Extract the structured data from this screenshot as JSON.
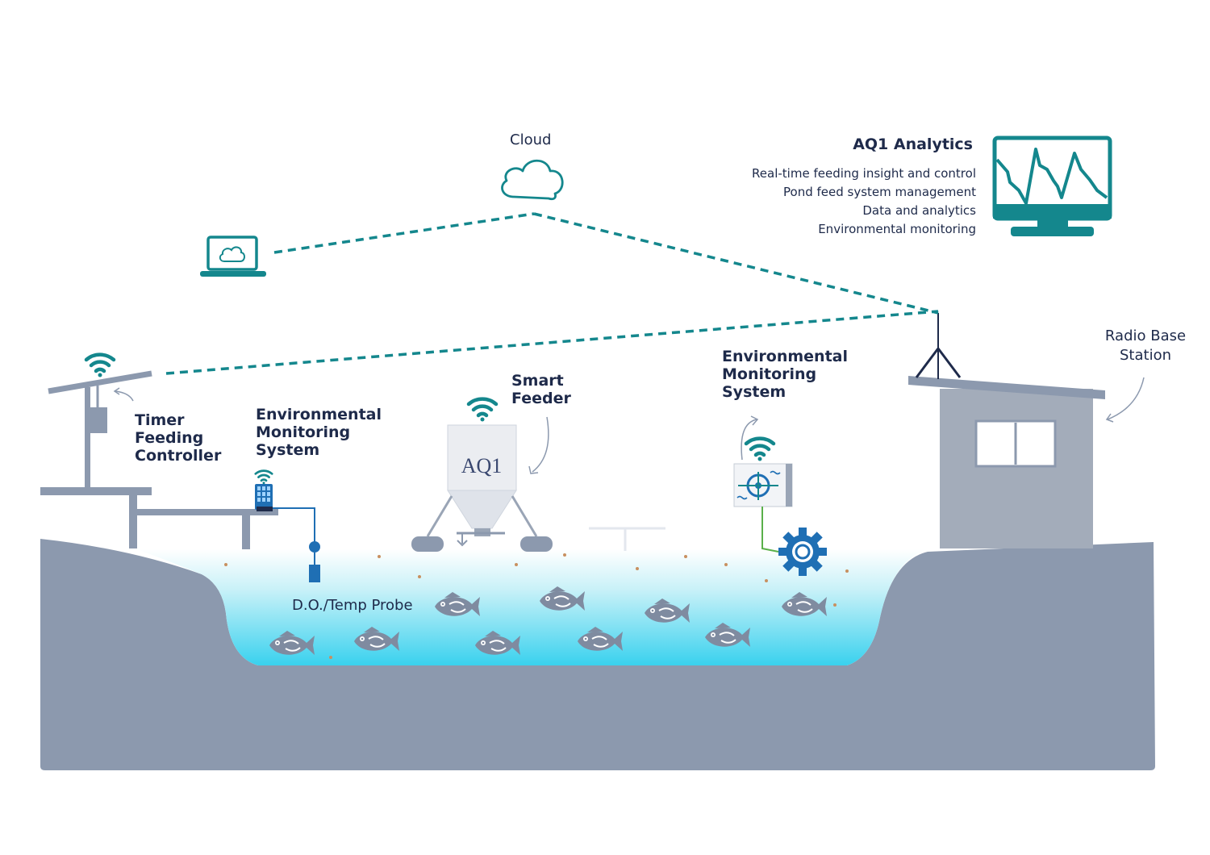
{
  "labels": {
    "cloud": "Cloud",
    "timer_feeding_controller": [
      "Timer",
      "Feeding",
      "Controller"
    ],
    "env_monitoring_left": [
      "Environmental",
      "Monitoring",
      "System"
    ],
    "smart_feeder": [
      "Smart",
      "Feeder"
    ],
    "env_monitoring_right": [
      "Environmental",
      "Monitoring",
      "System"
    ],
    "radio_base_station": [
      "Radio Base",
      "Station"
    ],
    "probe": "D.O./Temp Probe",
    "feeder_logo": "AQ1"
  },
  "analytics": {
    "title": "AQ1 Analytics",
    "items": [
      "Real-time feeding insight and control",
      "Pond feed system management",
      "Data and analytics",
      "Environmental monitoring"
    ]
  },
  "colors": {
    "teal": "#14878d",
    "navy": "#1e2a4a",
    "ground": "#8c99ae",
    "structure": "#a3acba",
    "water_top": "#ffffff",
    "water_bottom": "#39d1ee",
    "fish": "#7f8ba0",
    "blue_device": "#1f6fb4"
  },
  "icons": [
    "cloud-icon",
    "laptop-icon",
    "monitor-chart-icon",
    "wifi-icon",
    "fish-icon",
    "paddlewheel-icon"
  ]
}
